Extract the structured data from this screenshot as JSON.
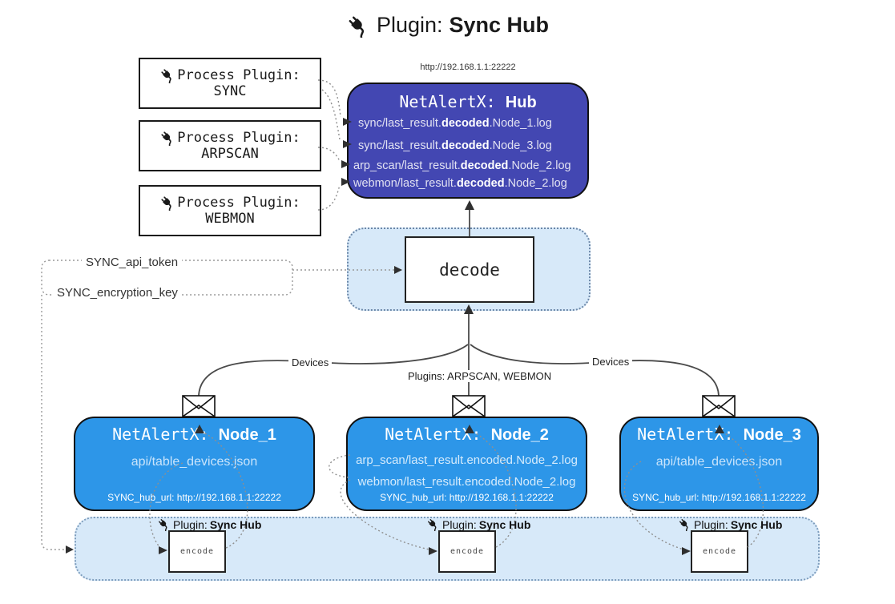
{
  "title": {
    "prefix": "Plugin:",
    "name": "Sync Hub"
  },
  "hub": {
    "url": "http://192.168.1.1:22222",
    "title_prefix": "NetAlertX:",
    "title_name": "Hub",
    "log_lines": [
      {
        "pre": "sync/last_result.",
        "bold": "decoded",
        "post": ".Node_1.log"
      },
      {
        "pre": "sync/last_result.",
        "bold": "decoded",
        "post": ".Node_3.log"
      },
      {
        "pre": "arp_scan/last_result.",
        "bold": "decoded",
        "post": ".Node_2.log"
      },
      {
        "pre": "webmon/last_result.",
        "bold": "decoded",
        "post": ".Node_2.log"
      }
    ]
  },
  "process_plugins": [
    {
      "label": "Process Plugin:",
      "name": "SYNC"
    },
    {
      "label": "Process Plugin:",
      "name": "ARPSCAN"
    },
    {
      "label": "Process Plugin:",
      "name": "WEBMON"
    }
  ],
  "secrets": {
    "api_token": "SYNC_api_token",
    "encryption_key": "SYNC_encryption_key"
  },
  "decode": {
    "label": "decode"
  },
  "edge_labels": {
    "devices_left": "Devices",
    "devices_right": "Devices",
    "plugins": "Plugins: ARPSCAN, WEBMON"
  },
  "nodes": [
    {
      "title_prefix": "NetAlertX:",
      "title_name": "Node_1",
      "files": [
        "api/table_devices.json"
      ],
      "hub_url": "SYNC_hub_url: http://192.168.1.1:22222"
    },
    {
      "title_prefix": "NetAlertX:",
      "title_name": "Node_2",
      "files": [
        "arp_scan/last_result.encoded.Node_2.log",
        "webmon/last_result.encoded.Node_2.log"
      ],
      "hub_url": "SYNC_hub_url: http://192.168.1.1:22222"
    },
    {
      "title_prefix": "NetAlertX:",
      "title_name": "Node_3",
      "files": [
        "api/table_devices.json"
      ],
      "hub_url": "SYNC_hub_url: http://192.168.1.1:22222"
    }
  ],
  "encoders": [
    {
      "label_prefix": "Plugin:",
      "label_name": "Sync Hub",
      "box_label": "encode"
    },
    {
      "label_prefix": "Plugin:",
      "label_name": "Sync Hub",
      "box_label": "encode"
    },
    {
      "label_prefix": "Plugin:",
      "label_name": "Sync Hub",
      "box_label": "encode"
    }
  ],
  "icons": {
    "plug": "plug-icon",
    "envelope": "envelope-icon"
  },
  "colors": {
    "hub_bg": "#4347b2",
    "node_bg": "#2d96e8",
    "panel_bg": "#d7e9f9",
    "outline": "#111111",
    "connector": "#4a4a4a",
    "dotted_connector": "#8f8f8f"
  }
}
